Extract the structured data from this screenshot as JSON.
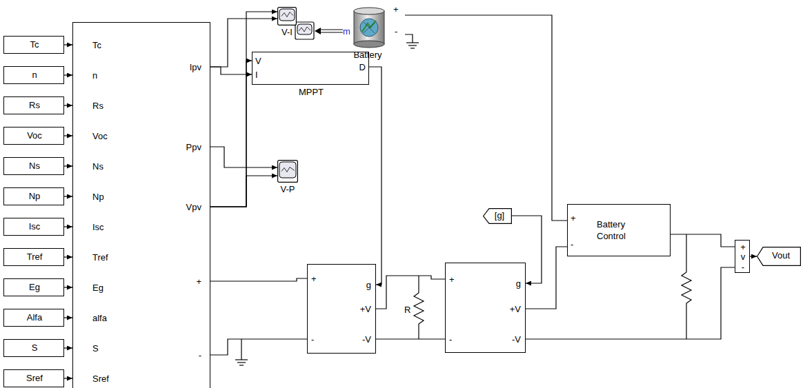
{
  "diagram": {
    "nodes": [
      {
        "text": [
          "Tc"
        ]
      },
      {
        "text": [
          "n"
        ]
      },
      {
        "text": [
          "Rs"
        ]
      },
      {
        "text": [
          "Voc"
        ]
      },
      {
        "text": [
          "Ns"
        ]
      },
      {
        "text": [
          "Np"
        ]
      },
      {
        "text": [
          "Isc"
        ]
      },
      {
        "text": [
          "Tref"
        ]
      },
      {
        "text": [
          "Eg"
        ]
      },
      {
        "text": [
          "Alfa"
        ]
      },
      {
        "text": [
          "S"
        ]
      },
      {
        "text": [
          "Sref"
        ]
      },
      {
        "text": [
          "Tc",
          "n",
          "Rs",
          "Voc",
          "Ns",
          "Np",
          "Isc",
          "Tref",
          "Eg",
          "alfa",
          "S",
          "Sref",
          "Ipv",
          "Ppv",
          "Vpv",
          "+",
          "-"
        ]
      },
      {
        "text": [
          "V-I"
        ]
      },
      {
        "text": [
          "V",
          "I",
          "D",
          "MPPT"
        ]
      },
      {
        "text": [
          "m",
          "+",
          "-",
          "Battery"
        ]
      },
      {
        "text": [
          "V-P"
        ]
      },
      {
        "text": [
          "[g]"
        ]
      },
      {
        "text": [
          "+",
          "-",
          "Battery Control"
        ]
      },
      {
        "text": [
          "+",
          "-",
          "g",
          "+V",
          "-V"
        ]
      },
      {
        "text": [
          "+",
          "-",
          "g",
          "+V",
          "-V"
        ]
      },
      {
        "text": [
          "+",
          "v",
          "-"
        ]
      },
      {
        "text": [
          "Vout"
        ]
      }
    ],
    "edges": [
      {
        "from": 0,
        "to": 12,
        "arrow": "to"
      },
      {
        "from": 1,
        "to": 12,
        "arrow": "to"
      },
      {
        "from": 2,
        "to": 12,
        "arrow": "to"
      },
      {
        "from": 3,
        "to": 12,
        "arrow": "to"
      },
      {
        "from": 4,
        "to": 12,
        "arrow": "to"
      },
      {
        "from": 5,
        "to": 12,
        "arrow": "to"
      },
      {
        "from": 6,
        "to": 12,
        "arrow": "to"
      },
      {
        "from": 7,
        "to": 12,
        "arrow": "to"
      },
      {
        "from": 8,
        "to": 12,
        "arrow": "to"
      },
      {
        "from": 9,
        "to": 12,
        "arrow": "to"
      },
      {
        "from": 10,
        "to": 12,
        "arrow": "to"
      },
      {
        "from": 11,
        "to": 12,
        "arrow": "to"
      },
      {
        "from": 12,
        "to": 13,
        "arrow": "to"
      },
      {
        "from": 12,
        "to": 13,
        "arrow": "to"
      },
      {
        "from": 12,
        "to": 14,
        "arrow": "to"
      },
      {
        "from": 12,
        "to": 14,
        "arrow": "to"
      },
      {
        "from": 12,
        "to": 16,
        "arrow": "to"
      },
      {
        "from": 12,
        "to": 16,
        "arrow": "to"
      },
      {
        "from": 14,
        "to": 19,
        "arrow": "to"
      },
      {
        "from": 12,
        "to": 19,
        "arrow": "none"
      },
      {
        "from": 12,
        "to": 19,
        "arrow": "none"
      },
      {
        "from": 19,
        "to": 20,
        "arrow": "none"
      },
      {
        "from": 19,
        "to": 20,
        "arrow": "none"
      },
      {
        "from": 17,
        "to": 20,
        "arrow": "to"
      },
      {
        "from": 15,
        "to": 18,
        "arrow": "none"
      },
      {
        "from": 20,
        "to": 18,
        "arrow": "none"
      },
      {
        "from": 18,
        "to": 21,
        "arrow": "none"
      },
      {
        "from": 20,
        "to": 21,
        "arrow": "none"
      },
      {
        "from": 21,
        "to": 22,
        "arrow": "to"
      }
    ],
    "labels": [
      "R"
    ]
  }
}
